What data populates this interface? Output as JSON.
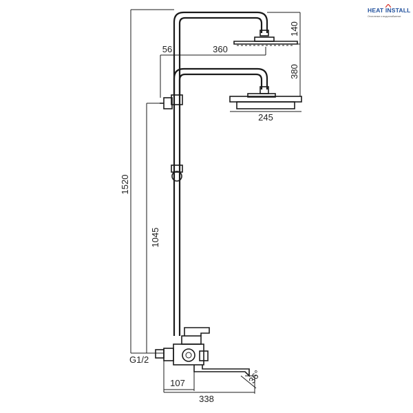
{
  "brand": {
    "name": "HEAT INSTALL",
    "tagline": "Отопление и водоснабжение",
    "color": "#1f4f9c",
    "accent": "#d9342b"
  },
  "dimensions": {
    "overall_height": "1520",
    "outlet_height": "1045",
    "top_head_offset": "140",
    "lower_head_gap": "380",
    "arm_reach": "360",
    "holder_offset": "56",
    "head_diameter": "245",
    "connection_thread": "G1/2",
    "spout_offset": "107",
    "spout_reach": "338",
    "spout_angle": "36°"
  },
  "colors": {
    "line": "#1a1a1a",
    "text": "#222222"
  }
}
